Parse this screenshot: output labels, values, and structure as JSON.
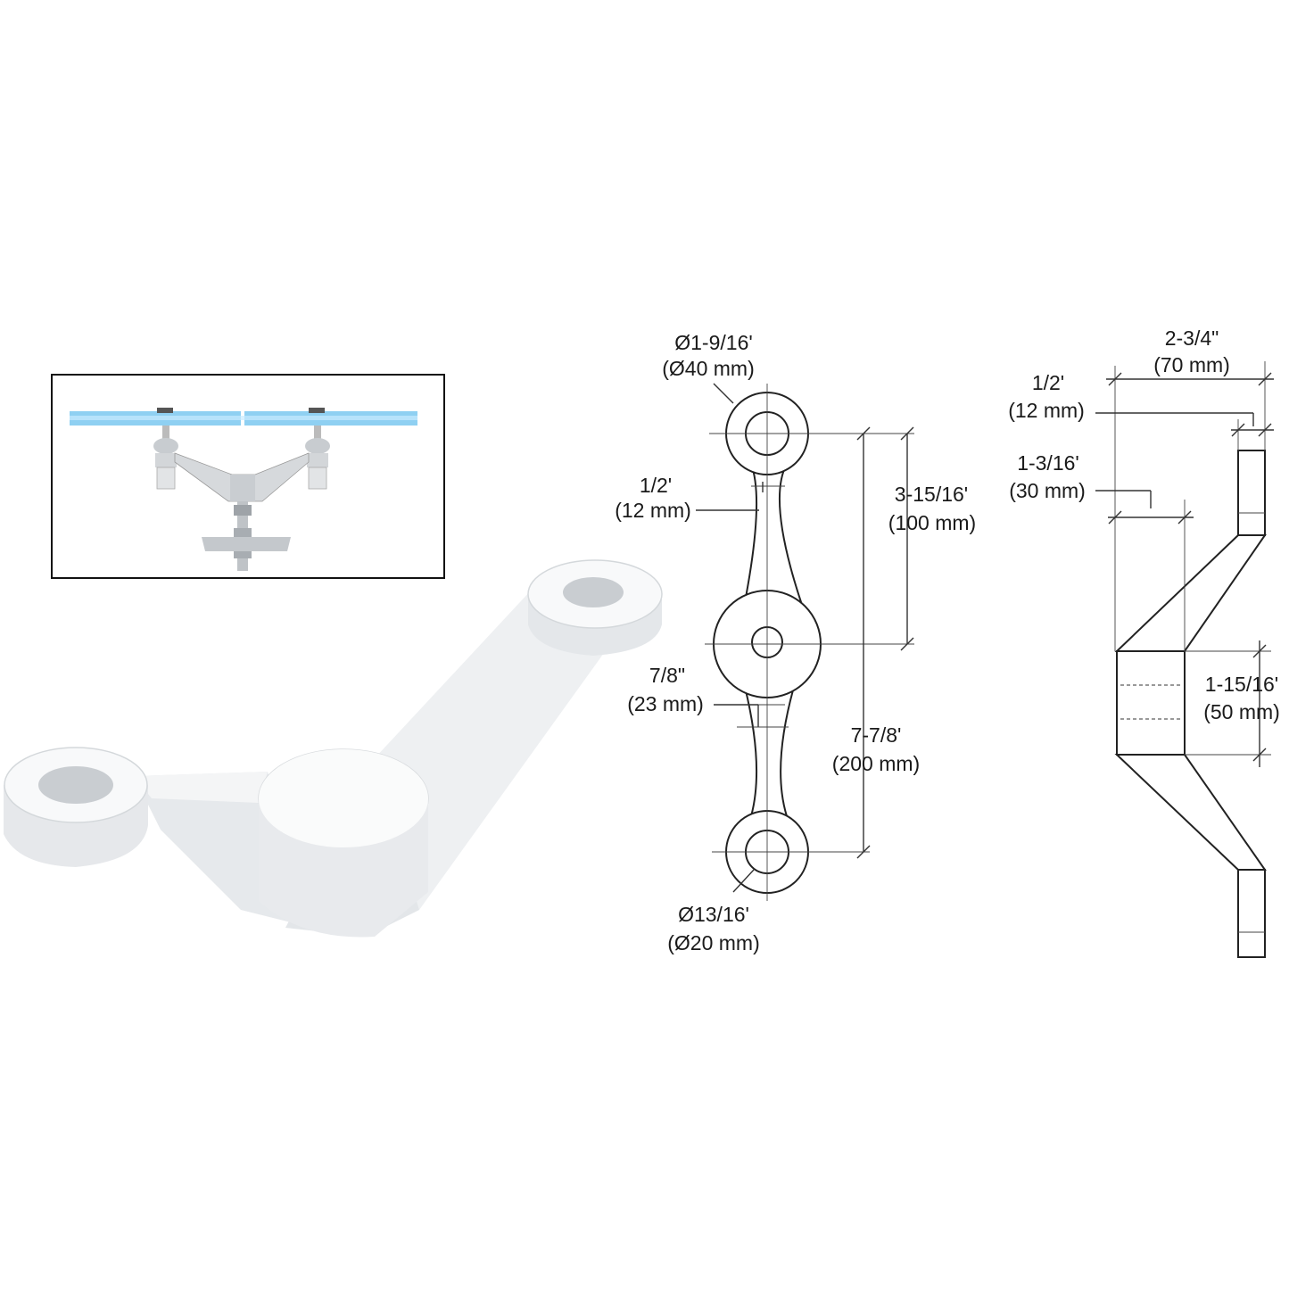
{
  "front_view": {
    "top_hole_diameter": {
      "imperial": "Ø1-9/16'",
      "metric": "(Ø40 mm)"
    },
    "arm_width": {
      "imperial": "1/2'",
      "metric": "(12 mm)"
    },
    "center_spacing": {
      "imperial": "3-15/16'",
      "metric": "(100 mm)"
    },
    "hub_offset": {
      "imperial": "7/8\"",
      "metric": "(23 mm)"
    },
    "overall_length": {
      "imperial": "7-7/8'",
      "metric": "(200 mm)"
    },
    "bolt_hole_diameter": {
      "imperial": "Ø13/16'",
      "metric": "(Ø20 mm)"
    }
  },
  "side_view": {
    "depth": {
      "imperial": "2-3/4\"",
      "metric": "(70 mm)"
    },
    "plate_thickness": {
      "imperial": "1/2'",
      "metric": "(12 mm)"
    },
    "offset": {
      "imperial": "1-3/16'",
      "metric": "(30 mm)"
    },
    "hub_height": {
      "imperial": "1-15/16'",
      "metric": "(50 mm)"
    }
  },
  "colors": {
    "glass": "#8fd0f2",
    "metal": "#d9dde0",
    "line": "#222222"
  }
}
